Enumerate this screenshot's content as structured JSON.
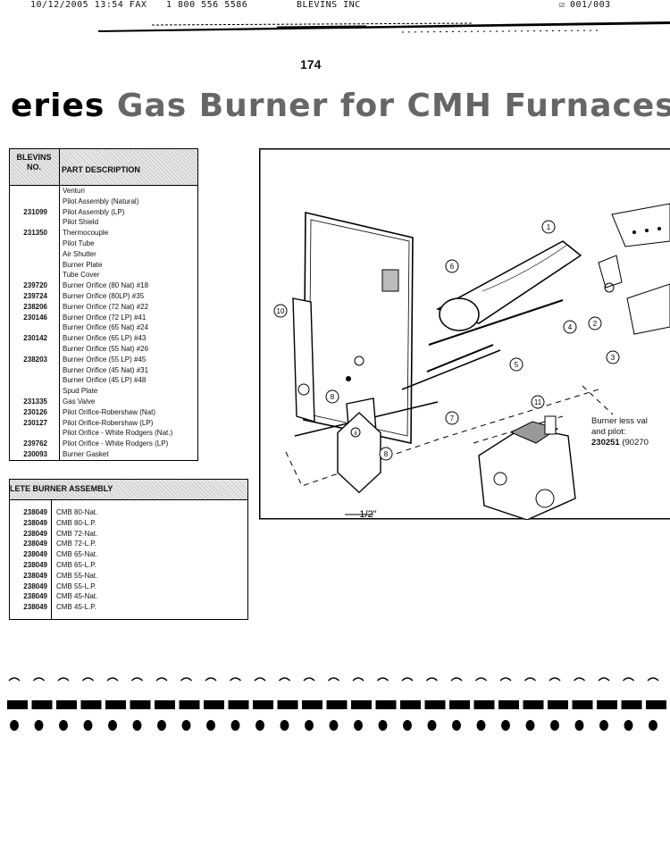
{
  "fax_header": {
    "datetime": "10/12/2005 13:54 FAX",
    "phone": "1 800 556 5586",
    "company": "BLEVINS INC",
    "page": "001/003"
  },
  "page_number": "174",
  "title": {
    "prefix": "eries",
    "main": "Gas Burner for CMH Furnaces"
  },
  "parts_table": {
    "col1_header_line1": "BLEVINS",
    "col1_header_line2": "NO.",
    "col2_header": "PART DESCRIPTION",
    "rows": [
      {
        "no": "",
        "desc": "Venturi"
      },
      {
        "no": "",
        "desc": "Pilot Assembly (Natural)"
      },
      {
        "no": "231099",
        "desc": "Pilot Assembly (LP)"
      },
      {
        "no": "",
        "desc": "Pilot Shield"
      },
      {
        "no": "231350",
        "desc": "Thermocouple"
      },
      {
        "no": "",
        "desc": "Pilot Tube"
      },
      {
        "no": "",
        "desc": "Air Shutter"
      },
      {
        "no": "",
        "desc": "Burner Plate"
      },
      {
        "no": "",
        "desc": "Tube Cover"
      },
      {
        "no": "239720",
        "desc": "Burner Orifice (80 Nat) #18"
      },
      {
        "no": "239724",
        "desc": "Burner Orifice (80LP) #35"
      },
      {
        "no": "238206",
        "desc": "Burner Orifice (72 Nat) #22"
      },
      {
        "no": "230146",
        "desc": "Burner Orifice (72 LP) #41"
      },
      {
        "no": "",
        "desc": "Burner Orifice (65 Nat) #24"
      },
      {
        "no": "230142",
        "desc": "Burner Orifice (65 LP) #43"
      },
      {
        "no": "",
        "desc": "Burner Orifice (55 Nat) #26"
      },
      {
        "no": "238203",
        "desc": "Burner Orifice (55 LP) #45"
      },
      {
        "no": "",
        "desc": "Burner Orifice (45 Nat) #31"
      },
      {
        "no": "",
        "desc": "Burner Orifice (45 LP) #48"
      },
      {
        "no": "",
        "desc": "Spud Plate"
      },
      {
        "no": "231335",
        "desc": "Gas Valve"
      },
      {
        "no": "230126",
        "desc": "Pilot Orifice-Robershaw (Nat)"
      },
      {
        "no": "230127",
        "desc": "Pilot Orifice-Robershaw (LP)"
      },
      {
        "no": "",
        "desc": "Pilot Orifice - White Rodgers (Nat.)"
      },
      {
        "no": "239762",
        "desc": "Pilot Orifice - White Rodgers (LP)"
      },
      {
        "no": "230093",
        "desc": "Burner Gasket"
      }
    ]
  },
  "assembly_table": {
    "header": "LETE BURNER ASSEMBLY",
    "rows": [
      {
        "no": "238049",
        "desc": "CMB 80-Nat."
      },
      {
        "no": "238049",
        "desc": "CMB 80-L.P."
      },
      {
        "no": "238049",
        "desc": "CMB 72-Nat."
      },
      {
        "no": "238049",
        "desc": "CMB 72-L.P."
      },
      {
        "no": "238049",
        "desc": "CMB 65-Nat."
      },
      {
        "no": "238049",
        "desc": "CMB 65-L.P."
      },
      {
        "no": "238049",
        "desc": "CMB 55-Nat."
      },
      {
        "no": "238049",
        "desc": "CMB 55-L.P."
      },
      {
        "no": "238049",
        "desc": "CMB 45-Nat."
      },
      {
        "no": "238049",
        "desc": "CMB 45-L.P."
      }
    ]
  },
  "diagram": {
    "callouts": [
      "1",
      "2",
      "3",
      "4",
      "5",
      "6",
      "7",
      "8",
      "8",
      "8",
      "10",
      "11"
    ],
    "dimension_label": "1/2\"",
    "note_line1": "Burner less val",
    "note_line2": "and pilot:",
    "note_part": "230251",
    "note_rest": "(90270"
  }
}
